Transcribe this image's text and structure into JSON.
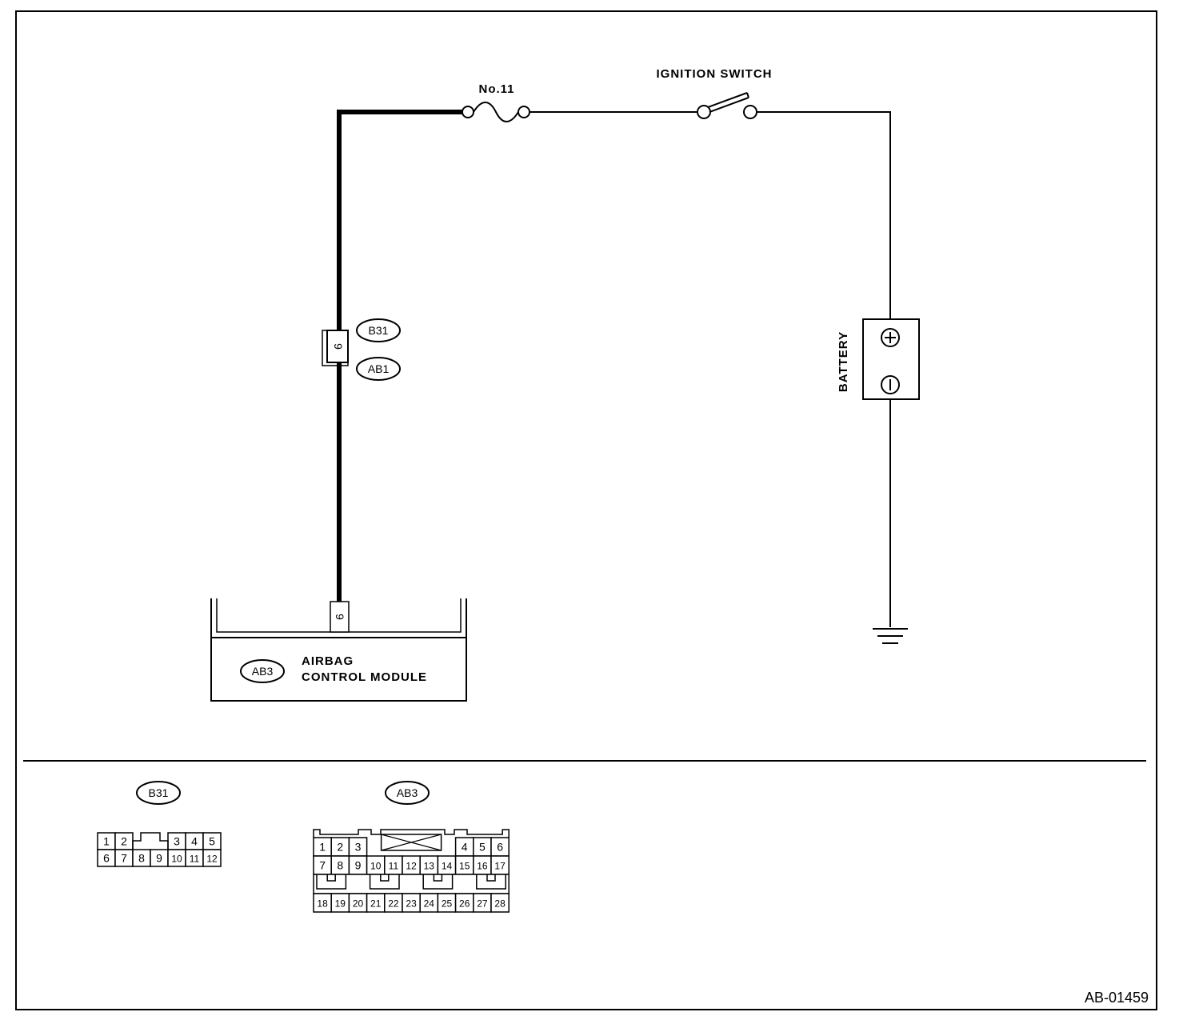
{
  "fuse": {
    "label": "No.11"
  },
  "ignition_switch": {
    "label": "IGNITION SWITCH"
  },
  "battery": {
    "label": "BATTERY",
    "plus": "+",
    "minus": "−"
  },
  "inline_connector": {
    "pin": "9",
    "upper_id": "B31",
    "lower_id": "AB1"
  },
  "module": {
    "connector_pin": "9",
    "id": "AB3",
    "name_line1": "AIRBAG",
    "name_line2": "CONTROL MODULE"
  },
  "connectors": {
    "b31": {
      "id": "B31",
      "top_left": [
        "1",
        "2"
      ],
      "top_right": [
        "3",
        "4",
        "5"
      ],
      "bottom": [
        "6",
        "7",
        "8",
        "9",
        "10",
        "11",
        "12"
      ]
    },
    "ab3": {
      "id": "AB3",
      "row1_left": [
        "1",
        "2",
        "3"
      ],
      "row1_right": [
        "4",
        "5",
        "6"
      ],
      "row2": [
        "7",
        "8",
        "9",
        "10",
        "11",
        "12",
        "13",
        "14",
        "15",
        "16",
        "17"
      ],
      "row3": [
        "18",
        "19",
        "20",
        "21",
        "22",
        "23",
        "24",
        "25",
        "26",
        "27",
        "28"
      ]
    }
  },
  "figure_ref": "AB-01459"
}
